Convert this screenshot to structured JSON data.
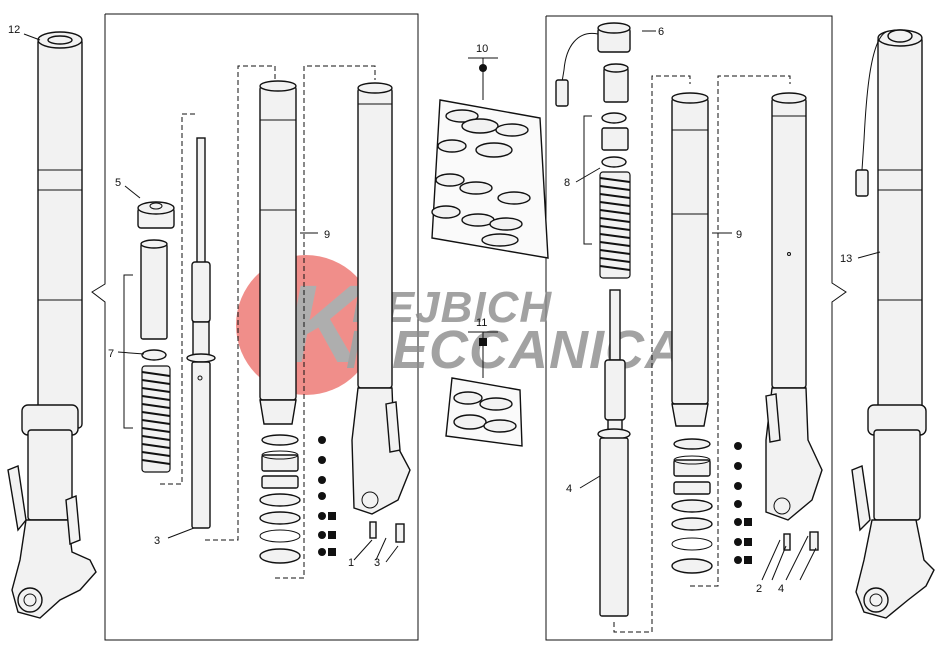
{
  "diagram": {
    "title": "",
    "watermark": {
      "line1": "REJBICH",
      "line2": "MECCANICA",
      "logo_letter": "K",
      "color": "#e8504a"
    },
    "callouts": {
      "c12": "12",
      "c13": "13",
      "c5": "5",
      "c7": "7",
      "c3a": "3",
      "c9a": "9",
      "c1": "1",
      "c3b": "3",
      "c10": "10",
      "c11": "11",
      "c6": "6",
      "c8": "8",
      "c9b": "9",
      "c4a": "4",
      "c2": "2",
      "c4b": "4"
    },
    "colors": {
      "line": "#111111",
      "part_fill": "#f2f2f2",
      "background": "#ffffff"
    }
  }
}
